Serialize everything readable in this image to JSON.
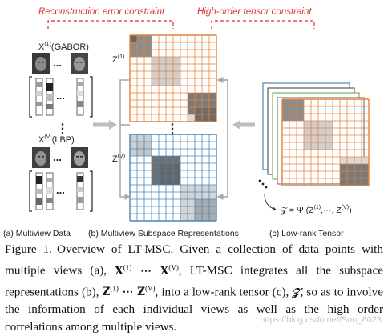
{
  "header": {
    "reconstruction_label": "Reconstruction error constraint",
    "tensor_label": "High-order tensor constraint",
    "accent_color": "#d9342b"
  },
  "left": {
    "view1_label": "X",
    "view1_sup": "(1)",
    "view1_name": "(GABOR)",
    "viewV_label": "X",
    "viewV_sup": "(V)",
    "viewV_name": "(LBP)",
    "ellipsis": "...",
    "vdots": "⋮"
  },
  "middle": {
    "z1_label": "Z",
    "z1_sup": "(1)",
    "zV_label": "Z",
    "zV_sup": "(V)",
    "orange_color": "#e8833a",
    "blue_color": "#4a86b8"
  },
  "right": {
    "tensor_formula": "𝒵 = Ψ (Z",
    "formula_sup1": "(1)",
    "formula_mid": ",⋯, Z",
    "formula_supV": "(V)",
    "formula_end": ")",
    "green_color": "#7fb069"
  },
  "sublabels": {
    "a": "(a) Multiview Data",
    "b": "(b) Multiview Subspace Representations",
    "c": "(c) Low-rank Tensor"
  },
  "caption": {
    "fig_label": "Figure 1.",
    "t1": "Overview of LT-MSC. Given a collection of data points with multiple views (a), ",
    "X": "X",
    "sup1": "(1)",
    "dots": " ⋯ ",
    "supV": "(V)",
    "t2": ", LT-MSC integrates all the subspace representations (b), ",
    "Z": "Z",
    "t3": ", into a low-rank tensor (c), ",
    "calZ": "𝒵",
    "t4": ", so as to involve the information of each individual views as well as the high order correlations among multiple views."
  },
  "watermark": "https://blog.csdn.net/Sun_8023"
}
